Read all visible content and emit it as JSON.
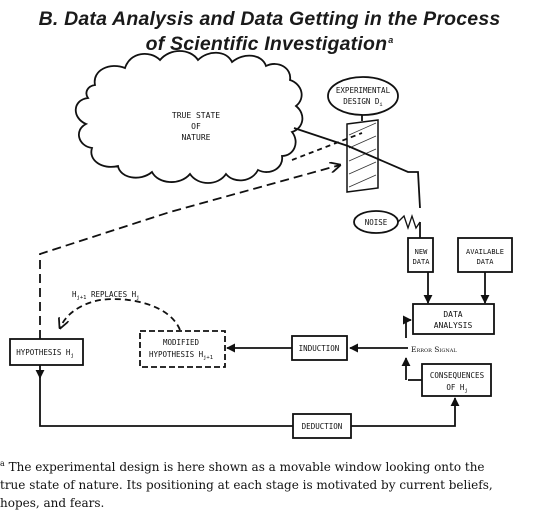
{
  "title_line1": "B. Data Analysis and Data Getting in the Process",
  "title_line2": "of Scientific Investigation",
  "title_marker": "a",
  "diagram": {
    "nature_cloud": {
      "line1": "TRUE  STATE",
      "line2": "OF",
      "line3": "NATURE"
    },
    "experimental_design": {
      "line1": "EXPERIMENTAL",
      "line2": "DESIGN  D",
      "subscript": "i"
    },
    "noise": "NOISE",
    "new_data": {
      "line1": "NEW",
      "line2": "DATA"
    },
    "available_data": {
      "line1": "AVAILABLE",
      "line2": "DATA"
    },
    "data_analysis": {
      "line1": "DATA",
      "line2": "ANALYSIS"
    },
    "error_signal": "Error Signal",
    "induction": "INDUCTION",
    "deduction": "DEDUCTION",
    "hypothesis": {
      "text": "HYPOTHESIS H",
      "subscript": "j"
    },
    "modified_hypothesis": {
      "line1": "MODIFIED",
      "line2": "HYPOTHESIS H",
      "subscript": "j+1"
    },
    "consequences": {
      "line1": "CONSEQUENCES",
      "line2": "OF  H",
      "subscript": "j"
    },
    "replaces": {
      "h1": "H",
      "s1": "j+1",
      "mid": " REPLACES H",
      "s2": "j"
    }
  },
  "footnote": {
    "marker": "a",
    "line1": "The experimental design is here shown as a movable window looking onto the",
    "line2": "true state of nature. Its positioning at each stage is motivated by current beliefs,",
    "line3": "hopes, and fears."
  }
}
